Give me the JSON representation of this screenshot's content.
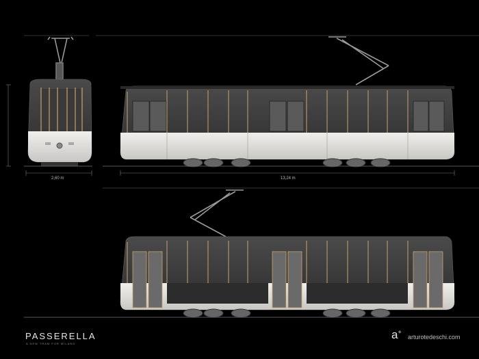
{
  "sheet": {
    "dimension_width": "2,60 m",
    "dimension_length": "13,24 m"
  },
  "branding": {
    "project_name": "PASSERELLA",
    "project_subtitle": "A NEW TRAM FOR MILANO",
    "logo_mark": "a",
    "logo_sup": "+",
    "website": "arturotedeschi.com"
  },
  "colors": {
    "background": "#000000",
    "body_white": "#e2e0dc",
    "glass": "#3b3b3c",
    "gold_trim": "#c8a46a",
    "lines": "#7a7a7a"
  }
}
